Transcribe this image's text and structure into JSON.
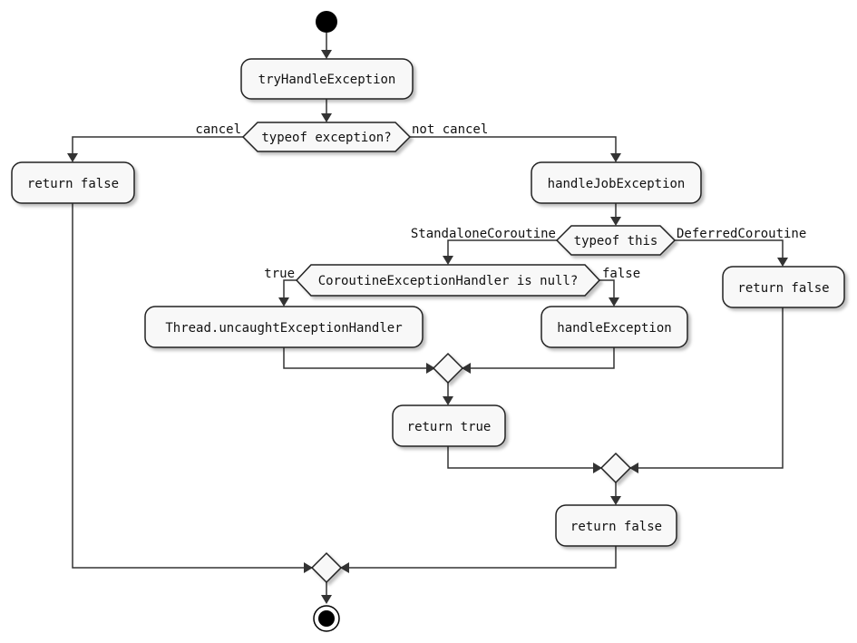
{
  "nodes": {
    "try_handle": "tryHandleException",
    "typeof_exception": "typeof exception?",
    "return_false_cancel": "return false",
    "handle_job": "handleJobException",
    "typeof_this": "typeof this",
    "handler_is_null": "CoroutineExceptionHandler is null?",
    "thread_uncaught": "Thread.uncaughtExceptionHandler",
    "handle_exception": "handleException",
    "return_false_deferred": "return false",
    "return_true": "return true",
    "return_false_final": "return false"
  },
  "labels": {
    "cancel": "cancel",
    "not_cancel": "not cancel",
    "standalone": "StandaloneCoroutine",
    "deferred": "DeferredCoroutine",
    "true_branch": "true",
    "false_branch": "false"
  }
}
